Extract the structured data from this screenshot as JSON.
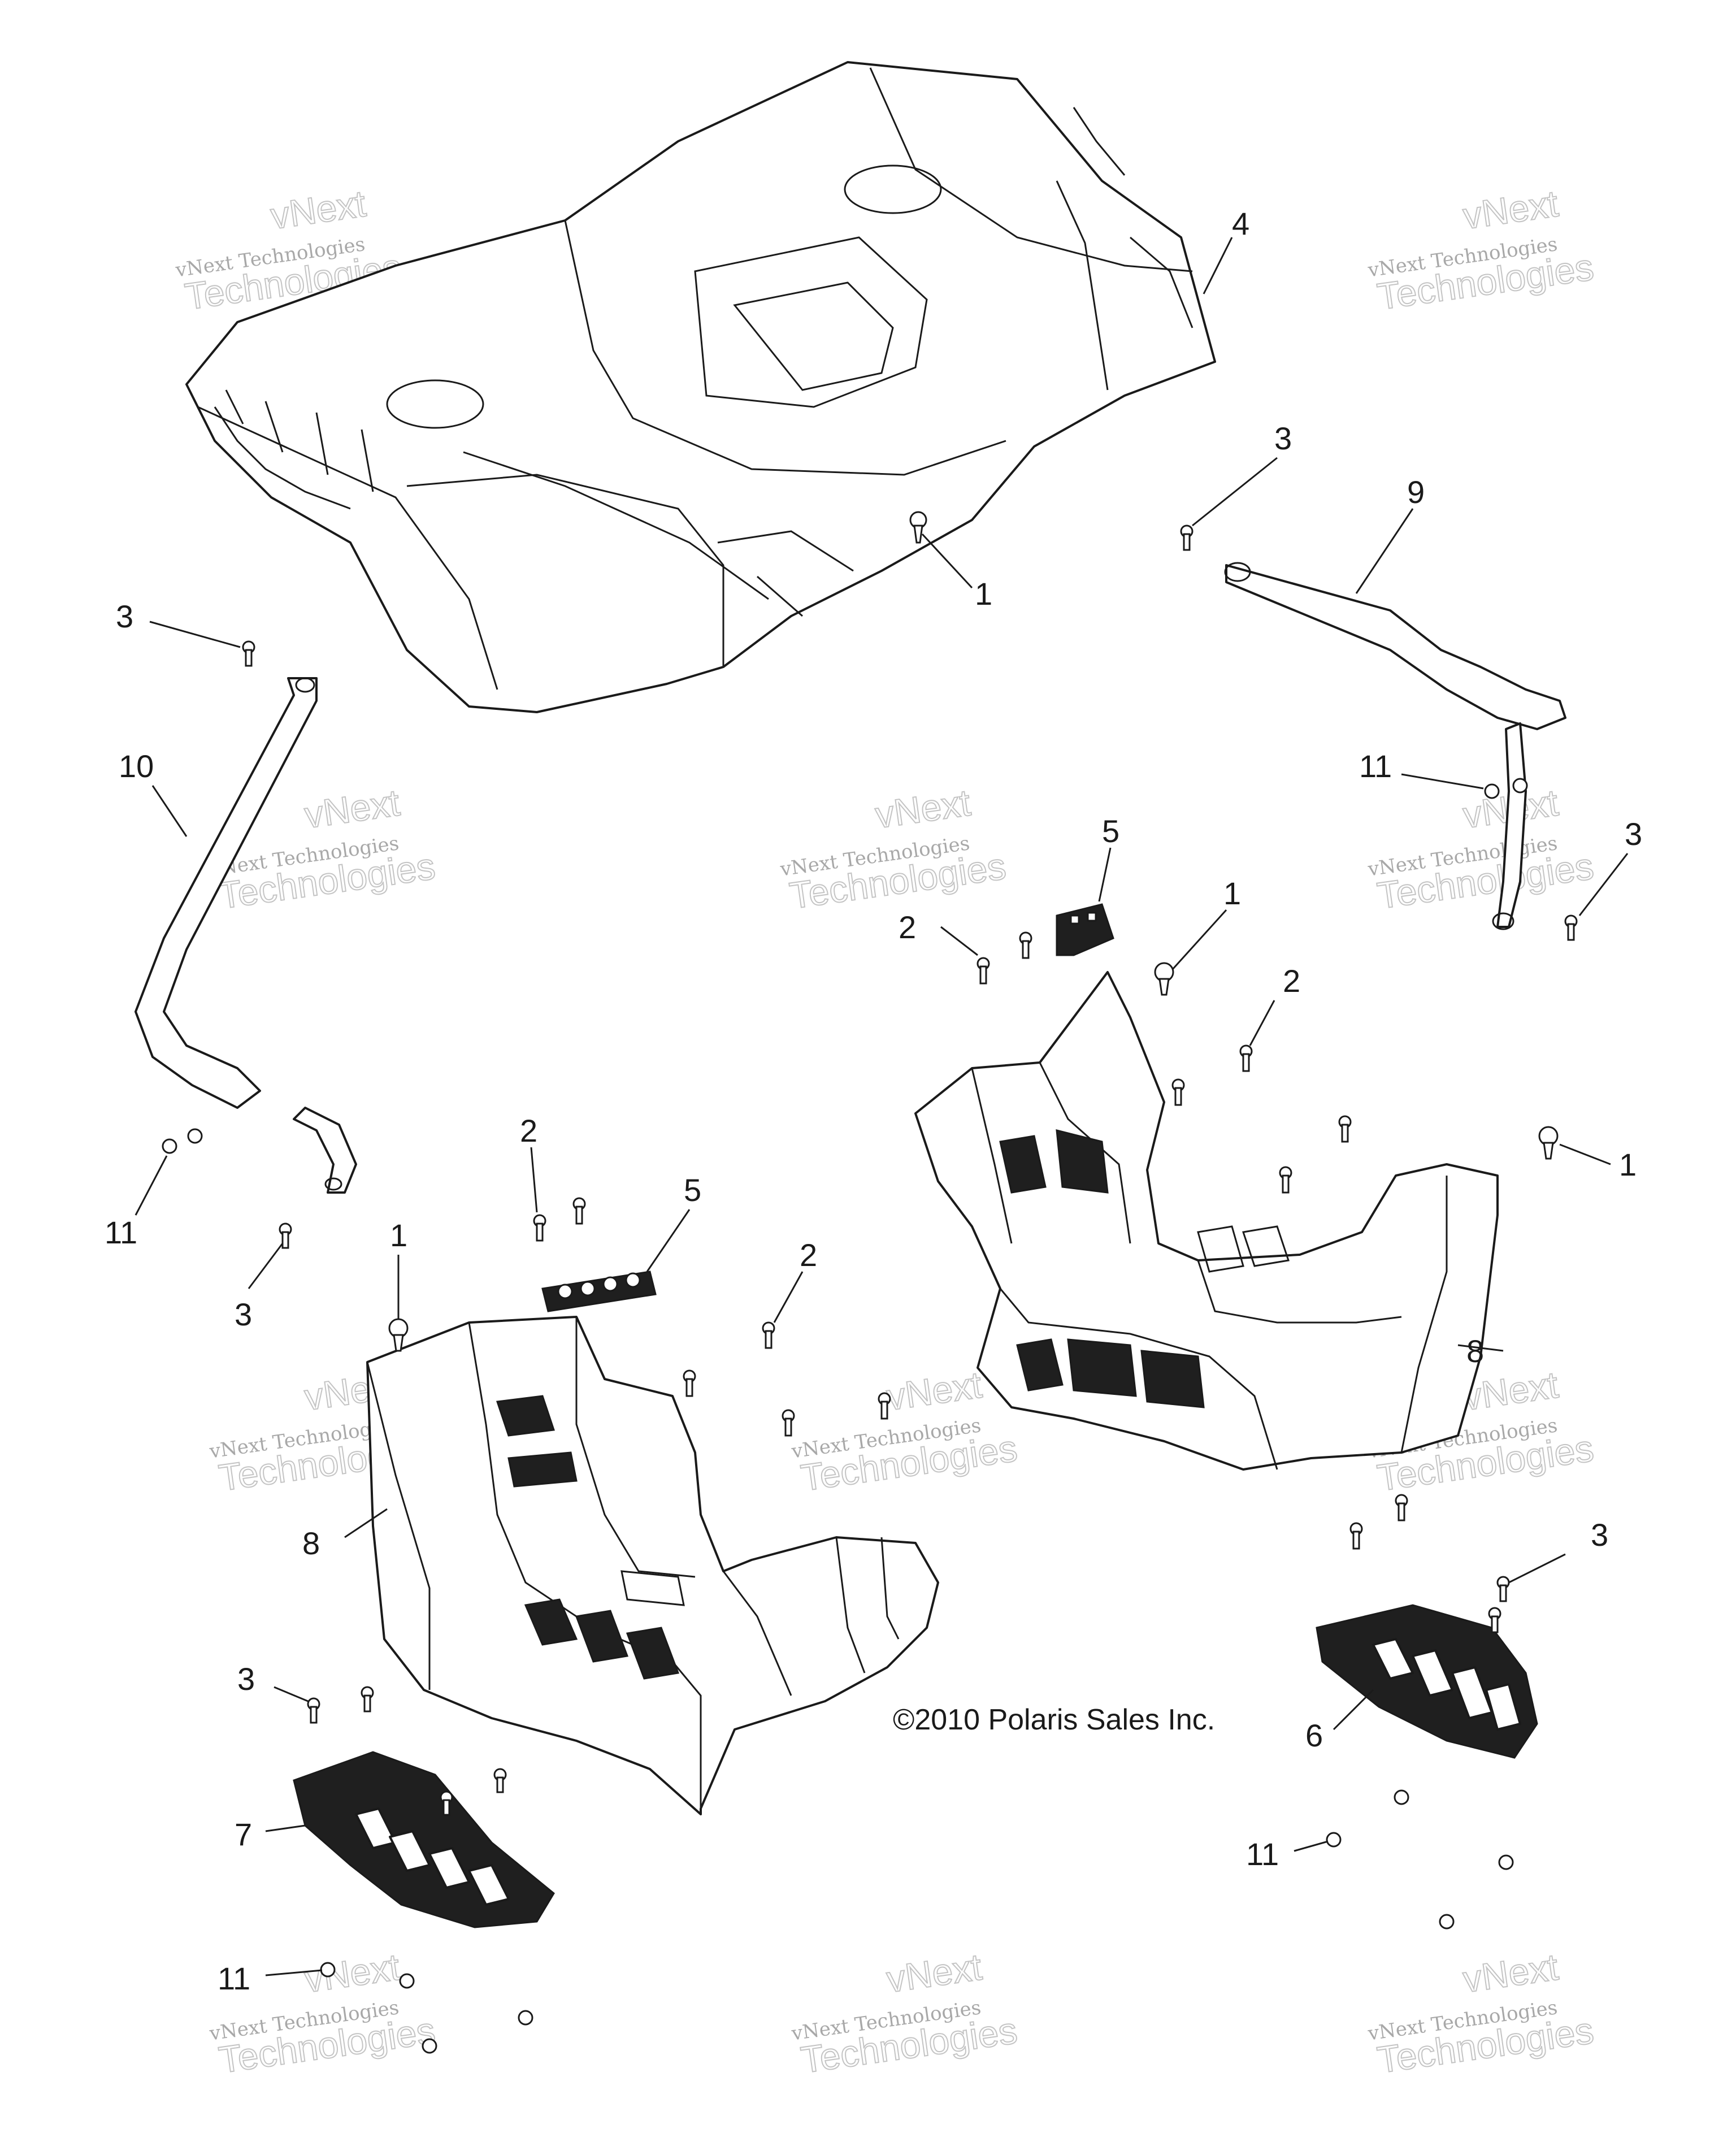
{
  "copyright": "©2010 Polaris Sales Inc.",
  "watermark": {
    "line1": "vNext Technologies",
    "line2": "vNext",
    "line3": "Technologies"
  },
  "callouts": {
    "rack_fastener_1": "1",
    "rack_bolt_3": "3",
    "rear_rack_4": "4",
    "brace_right_9": "9",
    "brace_left_bolt_3": "3",
    "brace_left_10": "10",
    "right_nut_11": "11",
    "right_brace_bolt_3": "3",
    "right_clip_5": "5",
    "right_screw_2a": "2",
    "right_fastener_1a": "1",
    "right_screw_2b": "2",
    "right_fastener_1b": "1",
    "right_footwell_8": "8",
    "left_nut_11": "11",
    "left_bolt_3": "3",
    "left_screw_2a": "2",
    "left_clip_5": "5",
    "left_fastener_1": "1",
    "left_screw_2b": "2",
    "left_footwell_8": "8",
    "right_bolt_3": "3",
    "right_footrest_6": "6",
    "right_nut_11b": "11",
    "left_bolt_3b": "3",
    "left_footrest_7": "7",
    "left_nut_11b": "11"
  }
}
